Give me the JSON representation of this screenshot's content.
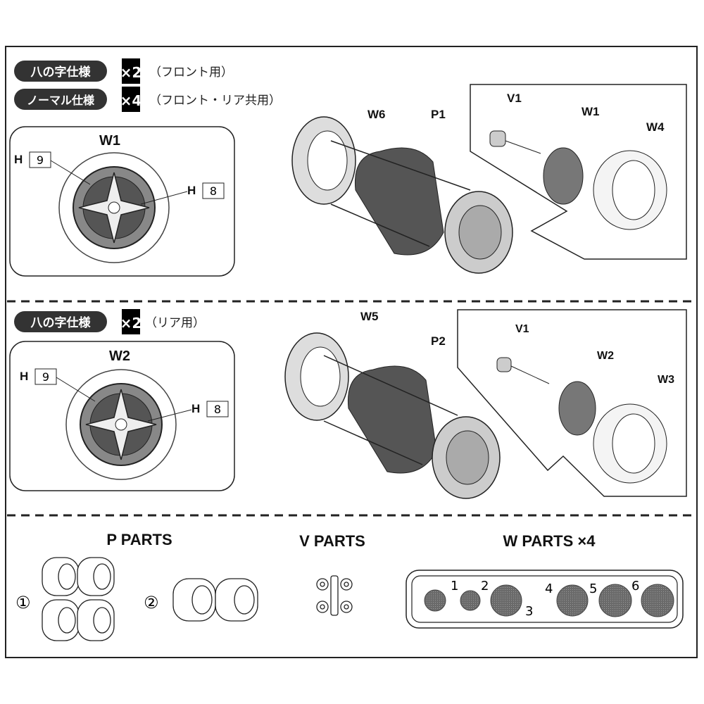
{
  "section1": {
    "row1": {
      "tag": "八の字仕様",
      "qty": "×2",
      "note": "（フロント用）"
    },
    "row2": {
      "tag": "ノーマル仕様",
      "qty": "×4",
      "note": "（フロント・リア共用）"
    },
    "wheel_label": "W1",
    "h_left": "H",
    "h_left_num": "9",
    "h_right": "H",
    "h_right_num": "8",
    "parts": {
      "rim": "W6",
      "tire": "P1",
      "valve": "V1",
      "wheel": "W1",
      "outer": "W4"
    }
  },
  "section2": {
    "row1": {
      "tag": "八の字仕様",
      "qty": "×2",
      "note": "（リア用）"
    },
    "wheel_label": "W2",
    "h_left": "H",
    "h_left_num": "9",
    "h_right": "H",
    "h_right_num": "8",
    "parts": {
      "rim": "W5",
      "tire": "P2",
      "valve": "V1",
      "wheel": "W2",
      "outer": "W3"
    }
  },
  "section3": {
    "p_title": "P PARTS",
    "v_title": "V PARTS",
    "w_title": "W PARTS ×4",
    "p_set1": "①",
    "p_set2": "②",
    "w_numbers": [
      "1",
      "2",
      "3",
      "4",
      "5",
      "6"
    ]
  },
  "colors": {
    "line": "#222222",
    "tire": "#555555",
    "part": "#777777"
  }
}
